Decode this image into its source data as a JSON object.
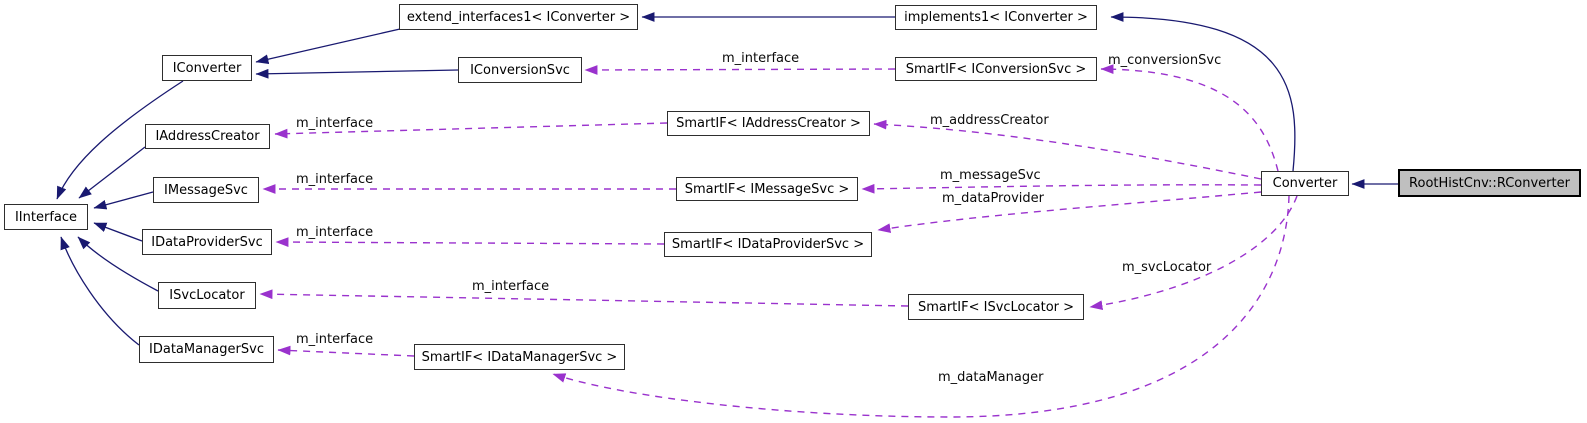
{
  "diagram": {
    "kind": "collaboration-graph",
    "focus_node": "RootHistCnv::RConverter",
    "colors": {
      "inheritance_edge": "#191970",
      "usage_edge": "#9a32cd",
      "node_fill": "#ffffff",
      "node_border": "#2e2e2e",
      "focus_node_fill": "#bfbfbf",
      "text": "#000000"
    },
    "nodes": {
      "extend_interfaces1": "extend_interfaces1< IConverter >",
      "implements1": "implements1< IConverter >",
      "iconverter": "IConverter",
      "iconversionsvc": "IConversionSvc",
      "smartif_iconversionsvc": "SmartIF< IConversionSvc >",
      "iaddresscreator": "IAddressCreator",
      "smartif_iaddresscreator": "SmartIF< IAddressCreator >",
      "iinterface": "IInterface",
      "imessagesvc": "IMessageSvc",
      "smartif_imessagesvc": "SmartIF< IMessageSvc >",
      "idataprovidersvc": "IDataProviderSvc",
      "smartif_idataprovidersvc": "SmartIF< IDataProviderSvc >",
      "isvclocator": "ISvcLocator",
      "smartif_isvclocator": "SmartIF< ISvcLocator >",
      "idatamanagersvc": "IDataManagerSvc",
      "smartif_idatamanagersvc": "SmartIF< IDataManagerSvc >",
      "converter": "Converter",
      "roothistcnv_rconverter": "RootHistCnv::RConverter"
    },
    "edge_labels": {
      "m_interface": "m_interface",
      "m_conversionSvc": "m_conversionSvc",
      "m_addressCreator": "m_addressCreator",
      "m_messageSvc": "m_messageSvc",
      "m_dataProvider": "m_dataProvider",
      "m_svcLocator": "m_svcLocator",
      "m_dataManager": "m_dataManager"
    },
    "edges": [
      {
        "from": "implements1",
        "to": "extend_interfaces1",
        "type": "inheritance"
      },
      {
        "from": "extend_interfaces1",
        "to": "iconverter",
        "type": "inheritance"
      },
      {
        "from": "iconversionsvc",
        "to": "iconverter",
        "type": "inheritance"
      },
      {
        "from": "iconverter",
        "to": "iinterface",
        "type": "inheritance"
      },
      {
        "from": "iaddresscreator",
        "to": "iinterface",
        "type": "inheritance"
      },
      {
        "from": "imessagesvc",
        "to": "iinterface",
        "type": "inheritance"
      },
      {
        "from": "idataprovidersvc",
        "to": "iinterface",
        "type": "inheritance"
      },
      {
        "from": "isvclocator",
        "to": "iinterface",
        "type": "inheritance"
      },
      {
        "from": "idatamanagersvc",
        "to": "iinterface",
        "type": "inheritance"
      },
      {
        "from": "converter",
        "to": "implements1",
        "type": "inheritance"
      },
      {
        "from": "roothistcnv_rconverter",
        "to": "converter",
        "type": "inheritance"
      },
      {
        "from": "smartif_iconversionsvc",
        "to": "iconversionsvc",
        "type": "usage",
        "label": "m_interface"
      },
      {
        "from": "converter",
        "to": "smartif_iconversionsvc",
        "type": "usage",
        "label": "m_conversionSvc"
      },
      {
        "from": "smartif_iaddresscreator",
        "to": "iaddresscreator",
        "type": "usage",
        "label": "m_interface"
      },
      {
        "from": "converter",
        "to": "smartif_iaddresscreator",
        "type": "usage",
        "label": "m_addressCreator"
      },
      {
        "from": "smartif_imessagesvc",
        "to": "imessagesvc",
        "type": "usage",
        "label": "m_interface"
      },
      {
        "from": "converter",
        "to": "smartif_imessagesvc",
        "type": "usage",
        "label": "m_messageSvc"
      },
      {
        "from": "smartif_idataprovidersvc",
        "to": "idataprovidersvc",
        "type": "usage",
        "label": "m_interface"
      },
      {
        "from": "converter",
        "to": "smartif_idataprovidersvc",
        "type": "usage",
        "label": "m_dataProvider"
      },
      {
        "from": "smartif_isvclocator",
        "to": "isvclocator",
        "type": "usage",
        "label": "m_interface"
      },
      {
        "from": "converter",
        "to": "smartif_isvclocator",
        "type": "usage",
        "label": "m_svcLocator"
      },
      {
        "from": "smartif_idatamanagersvc",
        "to": "idatamanagersvc",
        "type": "usage",
        "label": "m_interface"
      },
      {
        "from": "converter",
        "to": "smartif_idatamanagersvc",
        "type": "usage",
        "label": "m_dataManager"
      }
    ]
  }
}
